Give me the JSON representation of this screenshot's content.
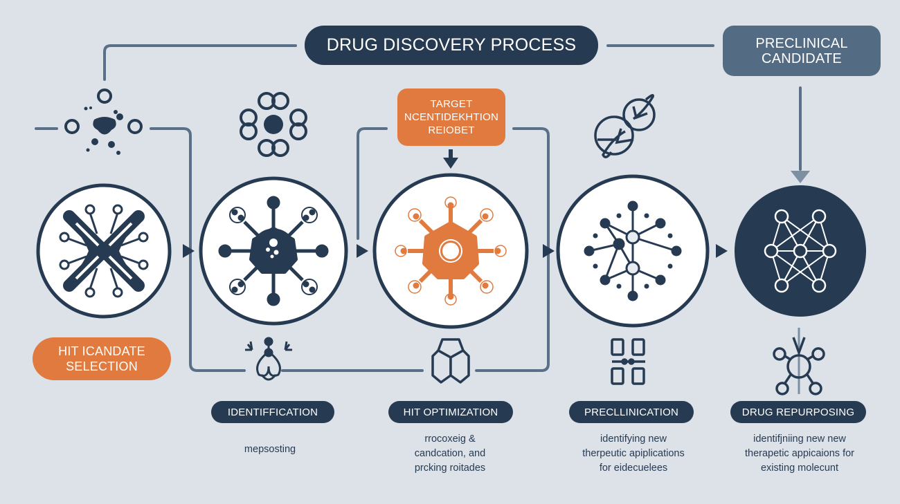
{
  "title": "DRUG DISCOVERY PROCESS",
  "preclinical_candidate": {
    "line1": "PRECLINICAL",
    "line2": "CANDIDATE"
  },
  "target_box": {
    "line1": "TARGET",
    "line2": "NCENTIDEKHTION",
    "line3": "REIOBET"
  },
  "hit_candidate": {
    "line1": "HIT ICANDATE",
    "line2": "SELECTION"
  },
  "stages": [
    {
      "label": "IDENTIFFICATION",
      "description": [
        "mepsosting"
      ]
    },
    {
      "label": "HIT OPTIMIZATION",
      "description": [
        "rrocoxeig &",
        "candcation, and",
        "prcking roitades"
      ]
    },
    {
      "label": "PRECLLINICATION",
      "description": [
        "identifying new",
        "therpeutic apiplications",
        "for eidecuelees"
      ]
    },
    {
      "label": "DRUG REPURPOSING",
      "description": [
        "identifjniing new new",
        "therapetic appicaions for",
        "existing molecunt"
      ]
    }
  ],
  "nodes": [
    {
      "icon": "receptor-cross-icon",
      "style": "outline"
    },
    {
      "icon": "virus-molecule-icon",
      "style": "outline"
    },
    {
      "icon": "target-molecule-icon",
      "style": "outline-accent"
    },
    {
      "icon": "molecular-network-icon",
      "style": "outline"
    },
    {
      "icon": "neural-network-icon",
      "style": "filled"
    }
  ],
  "colors": {
    "background": "#dde2e9",
    "navy": "#263a52",
    "slate": "#546b84",
    "accent_orange": "#e07a3e",
    "connector": "#5a7088"
  }
}
